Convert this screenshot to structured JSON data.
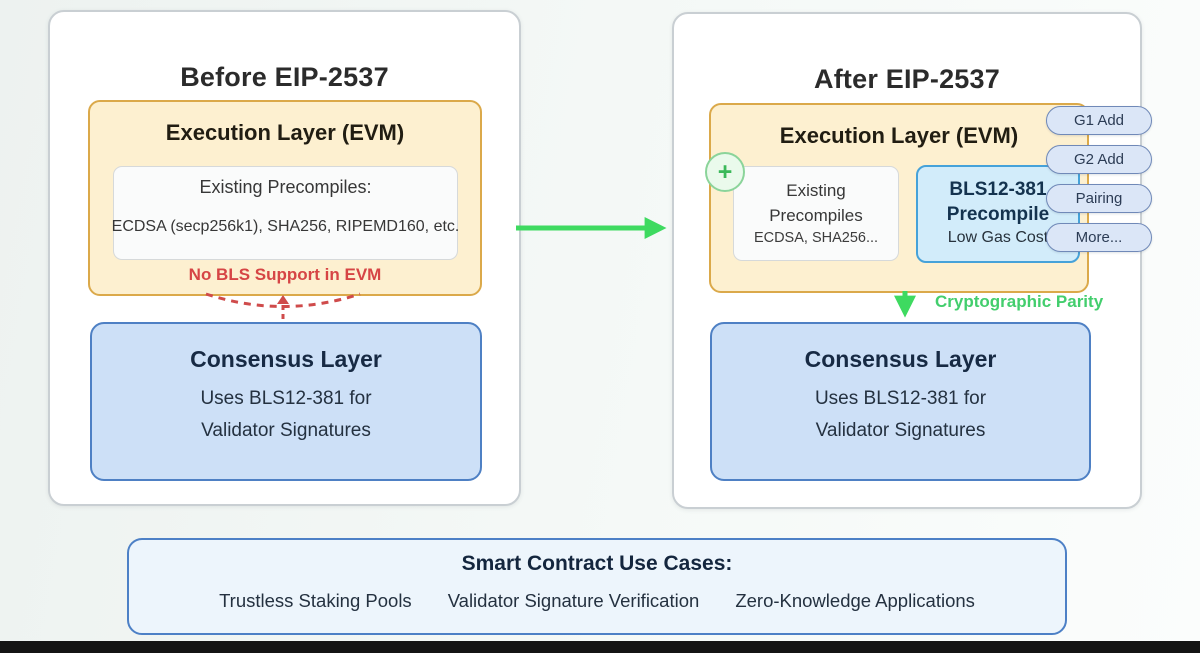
{
  "before_panel": {
    "title": "Before EIP-2537",
    "execution_box": {
      "title": "Execution Layer (EVM)",
      "inner_title": "Existing Precompiles:",
      "inner_list": "ECDSA (secp256k1), SHA256, RIPEMD160, etc.",
      "warning": "No BLS Support in EVM"
    },
    "consensus_box": {
      "title": "Consensus Layer",
      "line1": "Uses BLS12-381 for",
      "line2": "Validator Signatures"
    }
  },
  "after_panel": {
    "title": "After EIP-2537",
    "execution_box": {
      "title": "Execution Layer (EVM)",
      "plus_badge": "+",
      "existing_box": {
        "line1": "Existing",
        "line2": "Precompiles",
        "line3": "ECDSA, SHA256..."
      },
      "bls_box": {
        "line1": "BLS12-381",
        "line2": "Precompile",
        "line3": "Low Gas Cost"
      },
      "pills": [
        "G1 Add",
        "G2 Add",
        "Pairing",
        "More..."
      ]
    },
    "parity_label": "Cryptographic Parity",
    "consensus_box": {
      "title": "Consensus Layer",
      "line1": "Uses BLS12-381 for",
      "line2": "Validator Signatures"
    }
  },
  "use_cases": {
    "title": "Smart Contract Use Cases:",
    "items": [
      "Trustless Staking Pools",
      "Validator Signature Verification",
      "Zero-Knowledge Applications"
    ]
  },
  "colors": {
    "arrow_green": "#3eda60",
    "parity_green": "#43ce6d",
    "warning_red": "#d64545",
    "dashed_red": "#cf4b4b",
    "orange_fill": "#fdf0d0",
    "orange_border": "#dba94a",
    "blue_fill": "#cde0f7",
    "blue_border": "#4e80c4",
    "cyan_fill": "#d2ecfa",
    "cyan_border": "#46a2d9",
    "pill_fill": "#dbe6f7"
  }
}
